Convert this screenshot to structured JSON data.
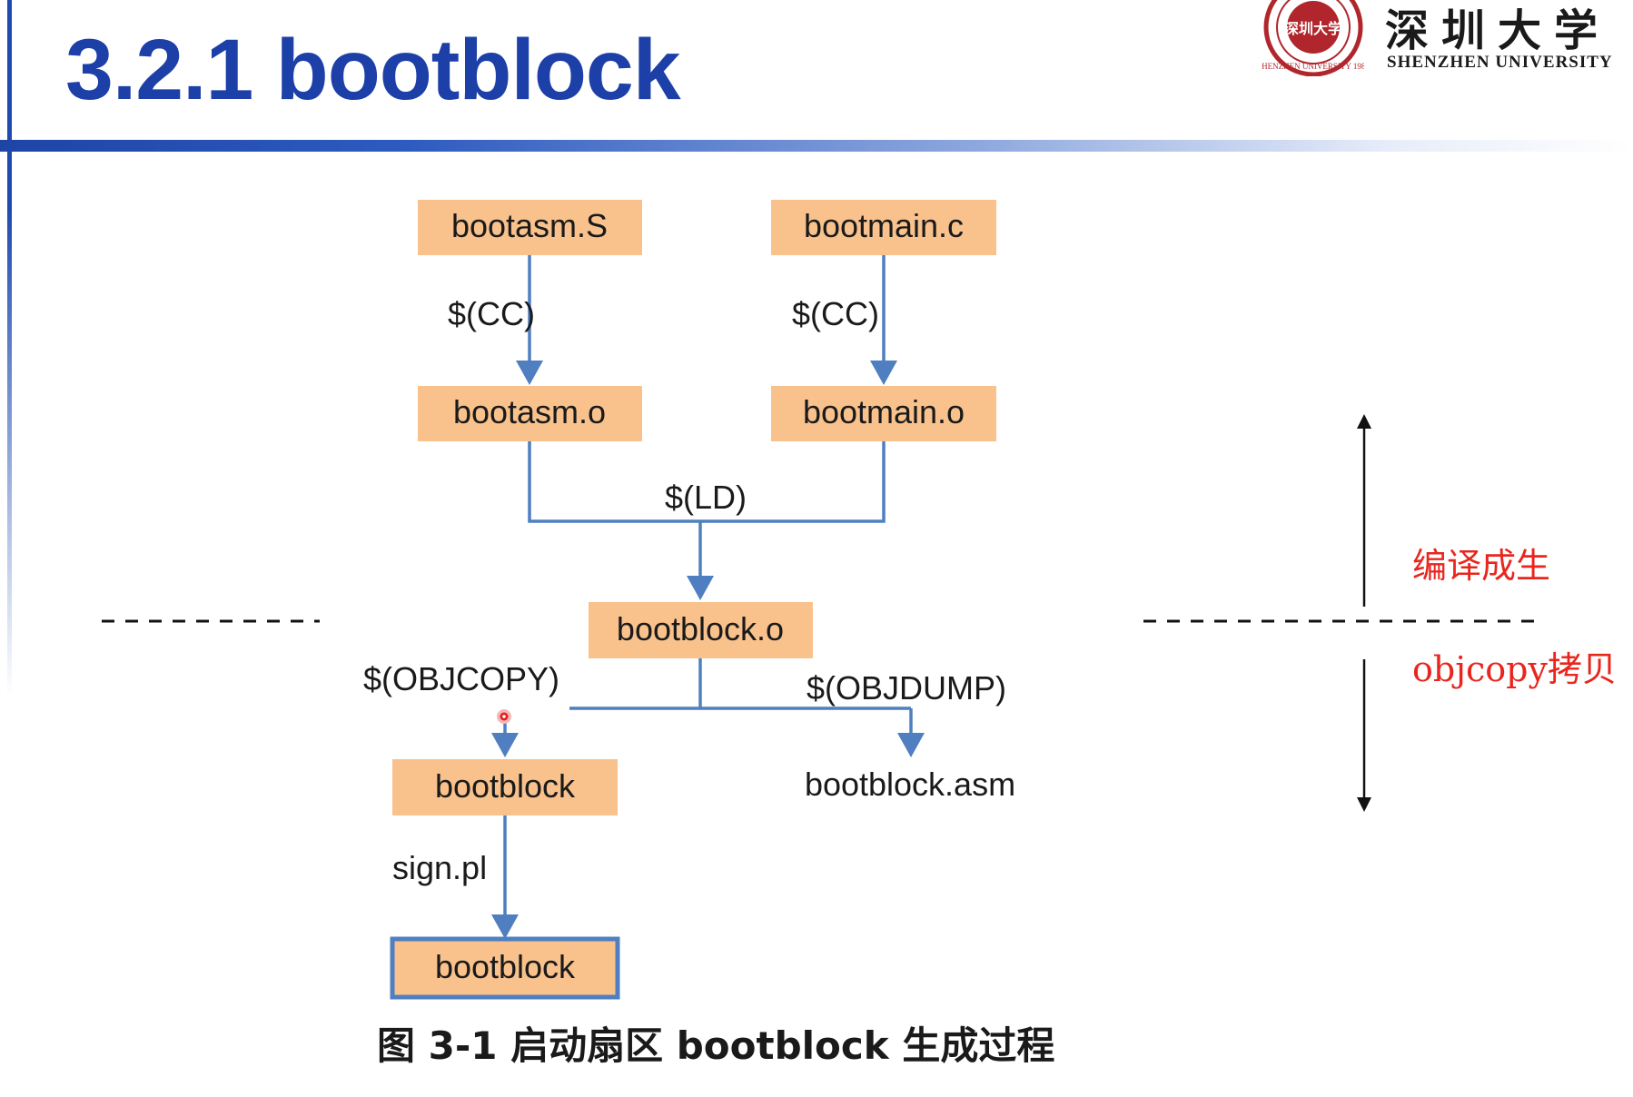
{
  "slide": {
    "title": "3.2.1 bootblock",
    "caption": "图  3-1  启动扇区 bootblock 生成过程"
  },
  "logo": {
    "name_zh": "深圳大学",
    "name_en": "SHENZHEN UNIVERSITY",
    "seal_text": "SHENZHEN UNIVERSITY 1983",
    "seal_center": "深圳大学",
    "color": "#b0262c"
  },
  "diagram": {
    "nodes": {
      "bootasm_s": "bootasm.S",
      "bootmain_c": "bootmain.c",
      "bootasm_o": "bootasm.o",
      "bootmain_o": "bootmain.o",
      "bootblock_o": "bootblock.o",
      "bootblock": "bootblock",
      "bootblock_asm": "bootblock.asm",
      "bootblock_signed": "bootblock"
    },
    "edges": {
      "cc_left": "$(CC)",
      "cc_right": "$(CC)",
      "ld": "$(LD)",
      "objcopy": "$(OBJCOPY)",
      "objdump": "$(OBJDUMP)",
      "sign": "sign.pl"
    },
    "annotations": {
      "compile": "编译成生",
      "objcopy_copy": "objcopy拷贝"
    },
    "colors": {
      "box_fill": "#f9c28c",
      "arrow": "#4f7fc0",
      "annotation": "#e8261e",
      "title": "#1c3fa8"
    }
  }
}
